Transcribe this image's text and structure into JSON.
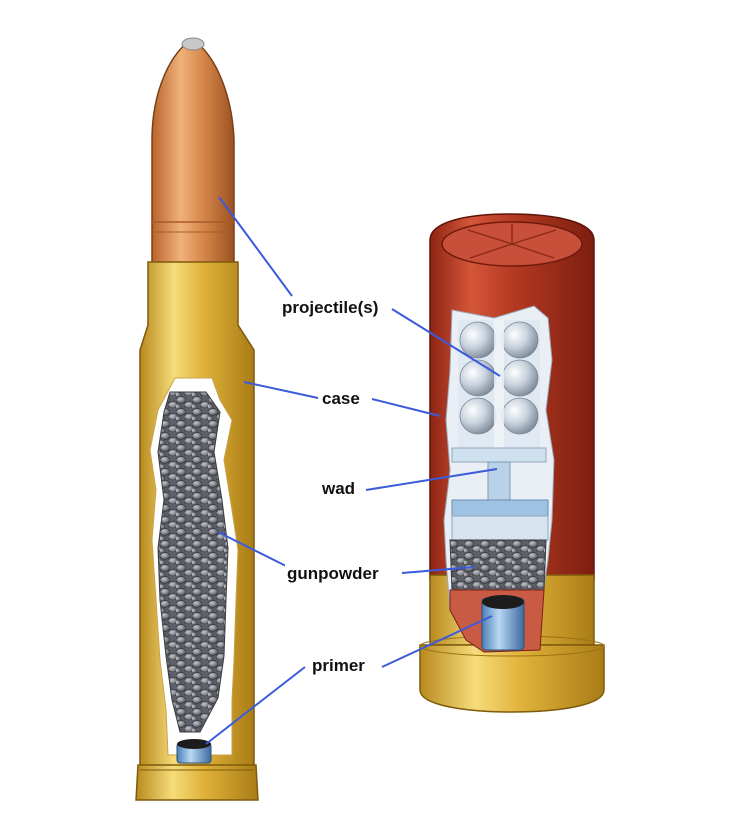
{
  "labels": {
    "projectile": "projectile(s)",
    "case": "case",
    "wad": "wad",
    "gunpowder": "gunpowder",
    "primer": "primer"
  },
  "colors": {
    "leader_line": "#3b5bdb",
    "bullet_copper": "#d9894a",
    "brass": "#e2b53c",
    "shell_red": "#b53a22",
    "powder_grey": "#7d7f86",
    "shot_silver": "#c9d3de"
  }
}
